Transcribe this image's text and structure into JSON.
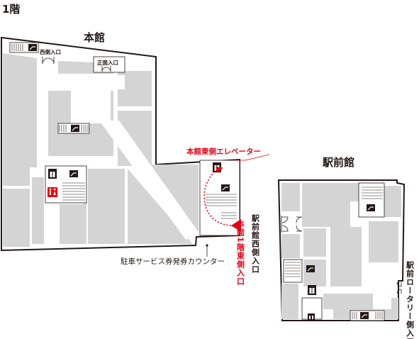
{
  "floor_label": "1階",
  "buildings": {
    "main": {
      "name": "本館"
    },
    "station": {
      "name": "駅前館"
    }
  },
  "labels": {
    "west_entrance": "西側入口",
    "front_entrance": "正面入口",
    "east_elevator": "本館東側エレベーター",
    "east_entrance_1f": "本館1階東側入口",
    "parking_counter": "駐車サービス券発券カウンター",
    "station_west_entrance": "駅前館西側入口",
    "station_rotary_entrance": "駅前ロータリー側入口"
  },
  "colors": {
    "highlight_red": "#e60012",
    "store_gray": "#d4d4d4",
    "wall_dark": "#231815",
    "aisle": "#ffffff"
  },
  "icons": [
    "escalator-icon",
    "elevator-icon",
    "restroom-icon",
    "stairs-icon",
    "direction-arrow-icon"
  ]
}
